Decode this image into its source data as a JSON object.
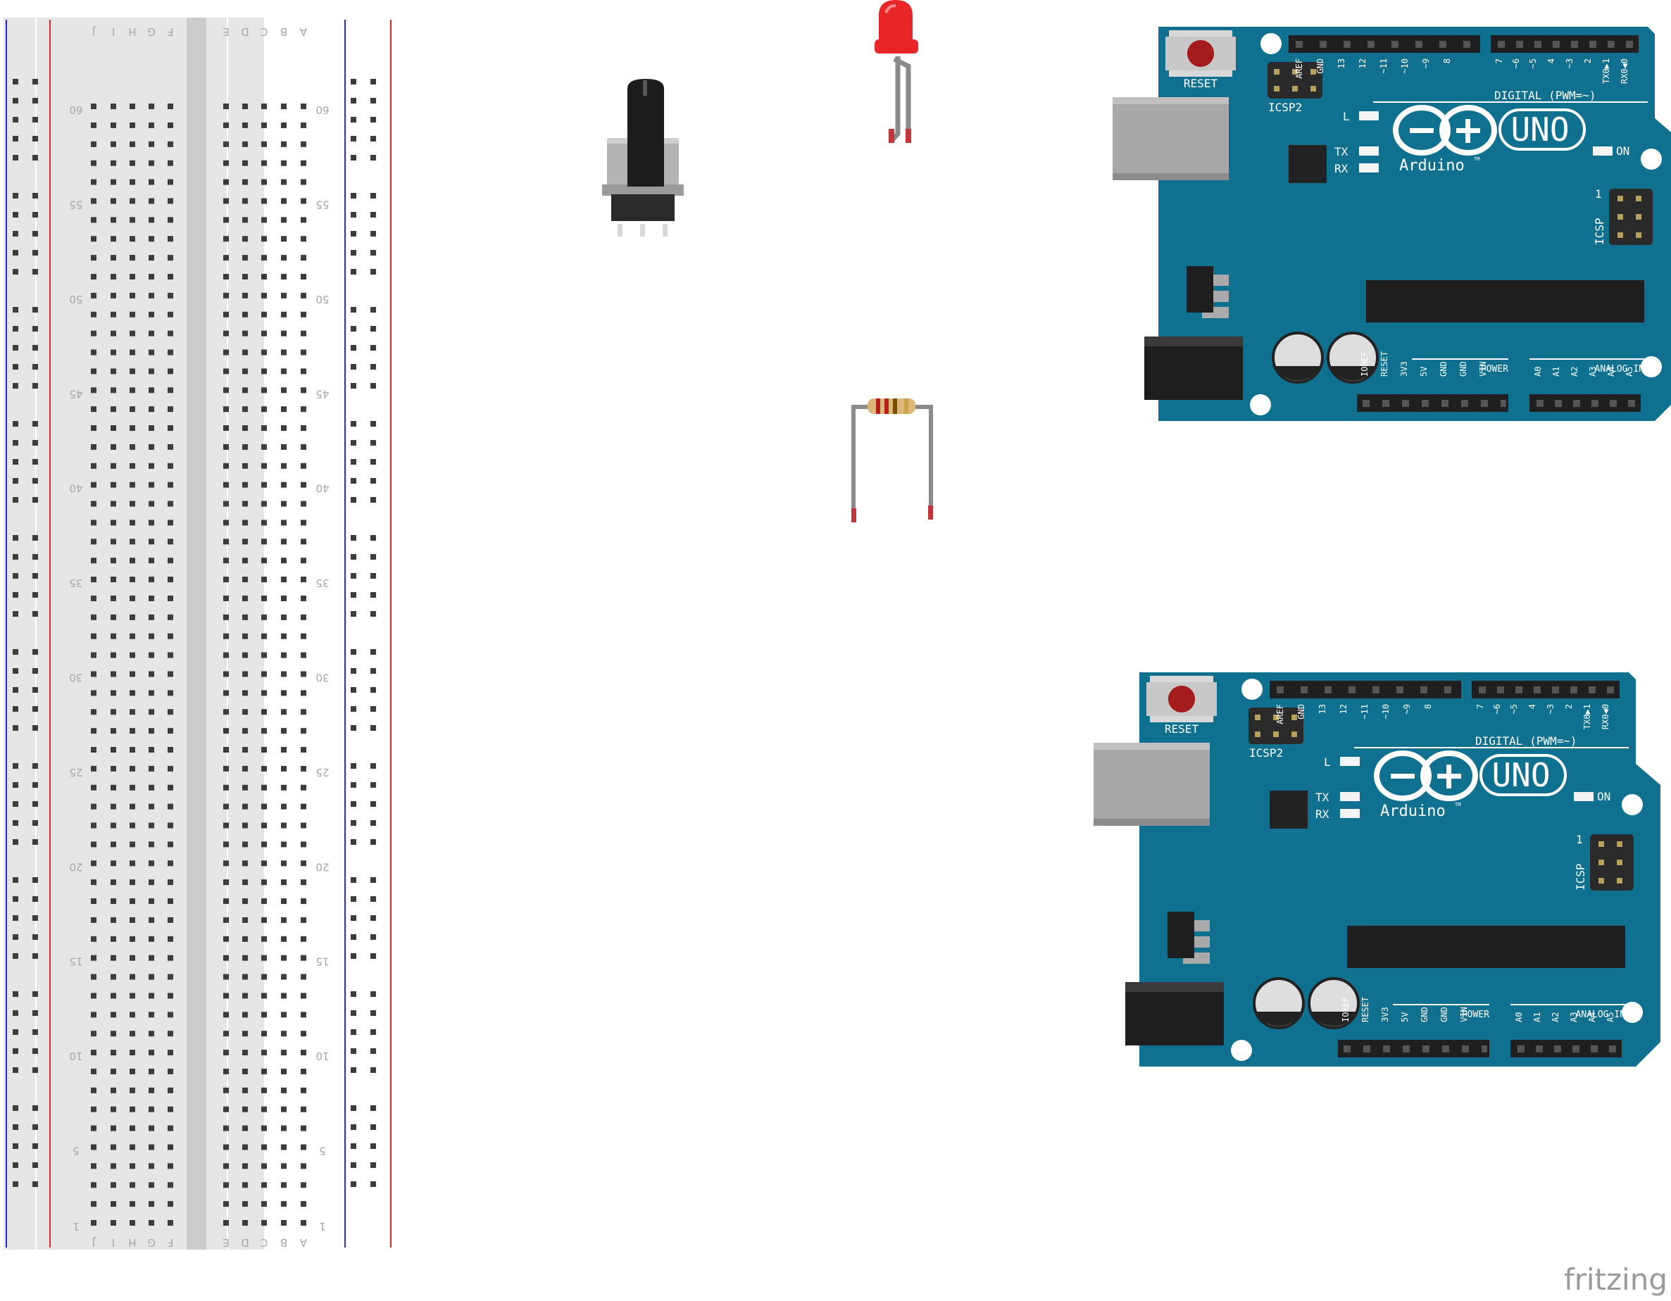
{
  "watermark": "fritzing",
  "breadboard": {
    "rows": 60,
    "row_labels": [
      "60",
      "55",
      "50",
      "45",
      "40",
      "35",
      "30",
      "25",
      "20",
      "15",
      "10",
      "5",
      "1"
    ],
    "cols_left": [
      "J",
      "I",
      "H",
      "G",
      "F"
    ],
    "cols_right": [
      "E",
      "D",
      "C",
      "B",
      "A"
    ],
    "colors": {
      "body": "#e6e6e6",
      "center": "#cccccc",
      "hole": "#3c3c3c",
      "rail_red": "#d42a2a",
      "rail_blue": "#2a2ad4"
    }
  },
  "arduino": {
    "reset": "RESET",
    "icsp2": "ICSP2",
    "icsp": "ICSP",
    "icsp_pin1": "1",
    "digital": "DIGITAL (PWM=~)",
    "uno": "UNO",
    "brand": "Arduino",
    "tm": "TM",
    "on": "ON",
    "led_l": "L",
    "tx": "TX",
    "rx": "RX",
    "power": "POWER",
    "analog_in": "ANALOG IN",
    "top_pins_a": [
      "AREF",
      "GND",
      "13",
      "12",
      "~11",
      "~10",
      "~9",
      "8"
    ],
    "top_pins_b": [
      "7",
      "~6",
      "~5",
      "4",
      "~3",
      "2",
      "TX0▶1",
      "RX0◀0"
    ],
    "bottom_pins_power": [
      "IOREF",
      "RESET",
      "3V3",
      "5V",
      "GND",
      "GND",
      "VIN"
    ],
    "bottom_pins_analog": [
      "A0",
      "A1",
      "A2",
      "A3",
      "A4",
      "A5"
    ],
    "colors": {
      "board": "#10708f",
      "header": "#2a2a2a",
      "text": "#ffffff",
      "reset_button": "#a51c1c"
    }
  },
  "components": {
    "led_color": "#e8262a",
    "resistor_bands": [
      "#b51f1f",
      "#b51f1f",
      "#7a4b00",
      "#c9a34a"
    ]
  }
}
